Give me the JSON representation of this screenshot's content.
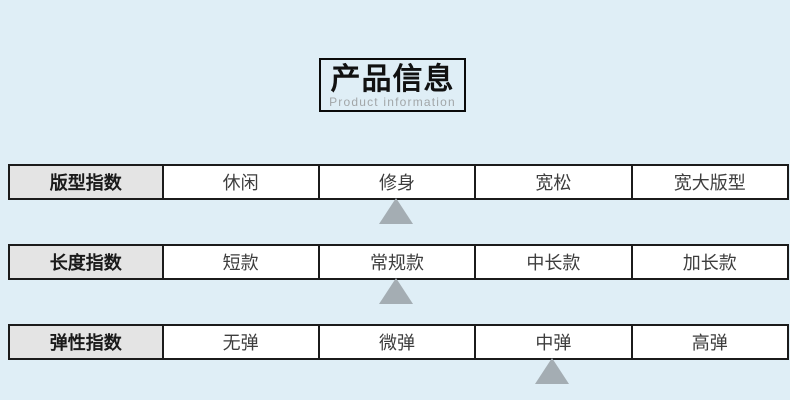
{
  "title": {
    "text": "产品信息",
    "subtitle": "Product information"
  },
  "table": {
    "rows": [
      {
        "label": "版型指数",
        "options": [
          "休闲",
          "修身",
          "宽松",
          "宽大版型"
        ],
        "selected_index": 1,
        "selected_option": "修身"
      },
      {
        "label": "长度指数",
        "options": [
          "短款",
          "常规款",
          "中长款",
          "加长款"
        ],
        "selected_index": 1,
        "selected_option": "常规款"
      },
      {
        "label": "弹性指数",
        "options": [
          "无弹",
          "微弹",
          "中弹",
          "高弹"
        ],
        "selected_index": 2,
        "selected_option": "中弹"
      }
    ]
  },
  "colors": {
    "page_background": "#dfeef6",
    "table_border": "#1b1b1b",
    "header_cell_background": "#e4e4e4",
    "cell_background": "#ffffff",
    "selection_triangle": "#a4adb3",
    "subtitle_text": "#a2a6a8"
  }
}
